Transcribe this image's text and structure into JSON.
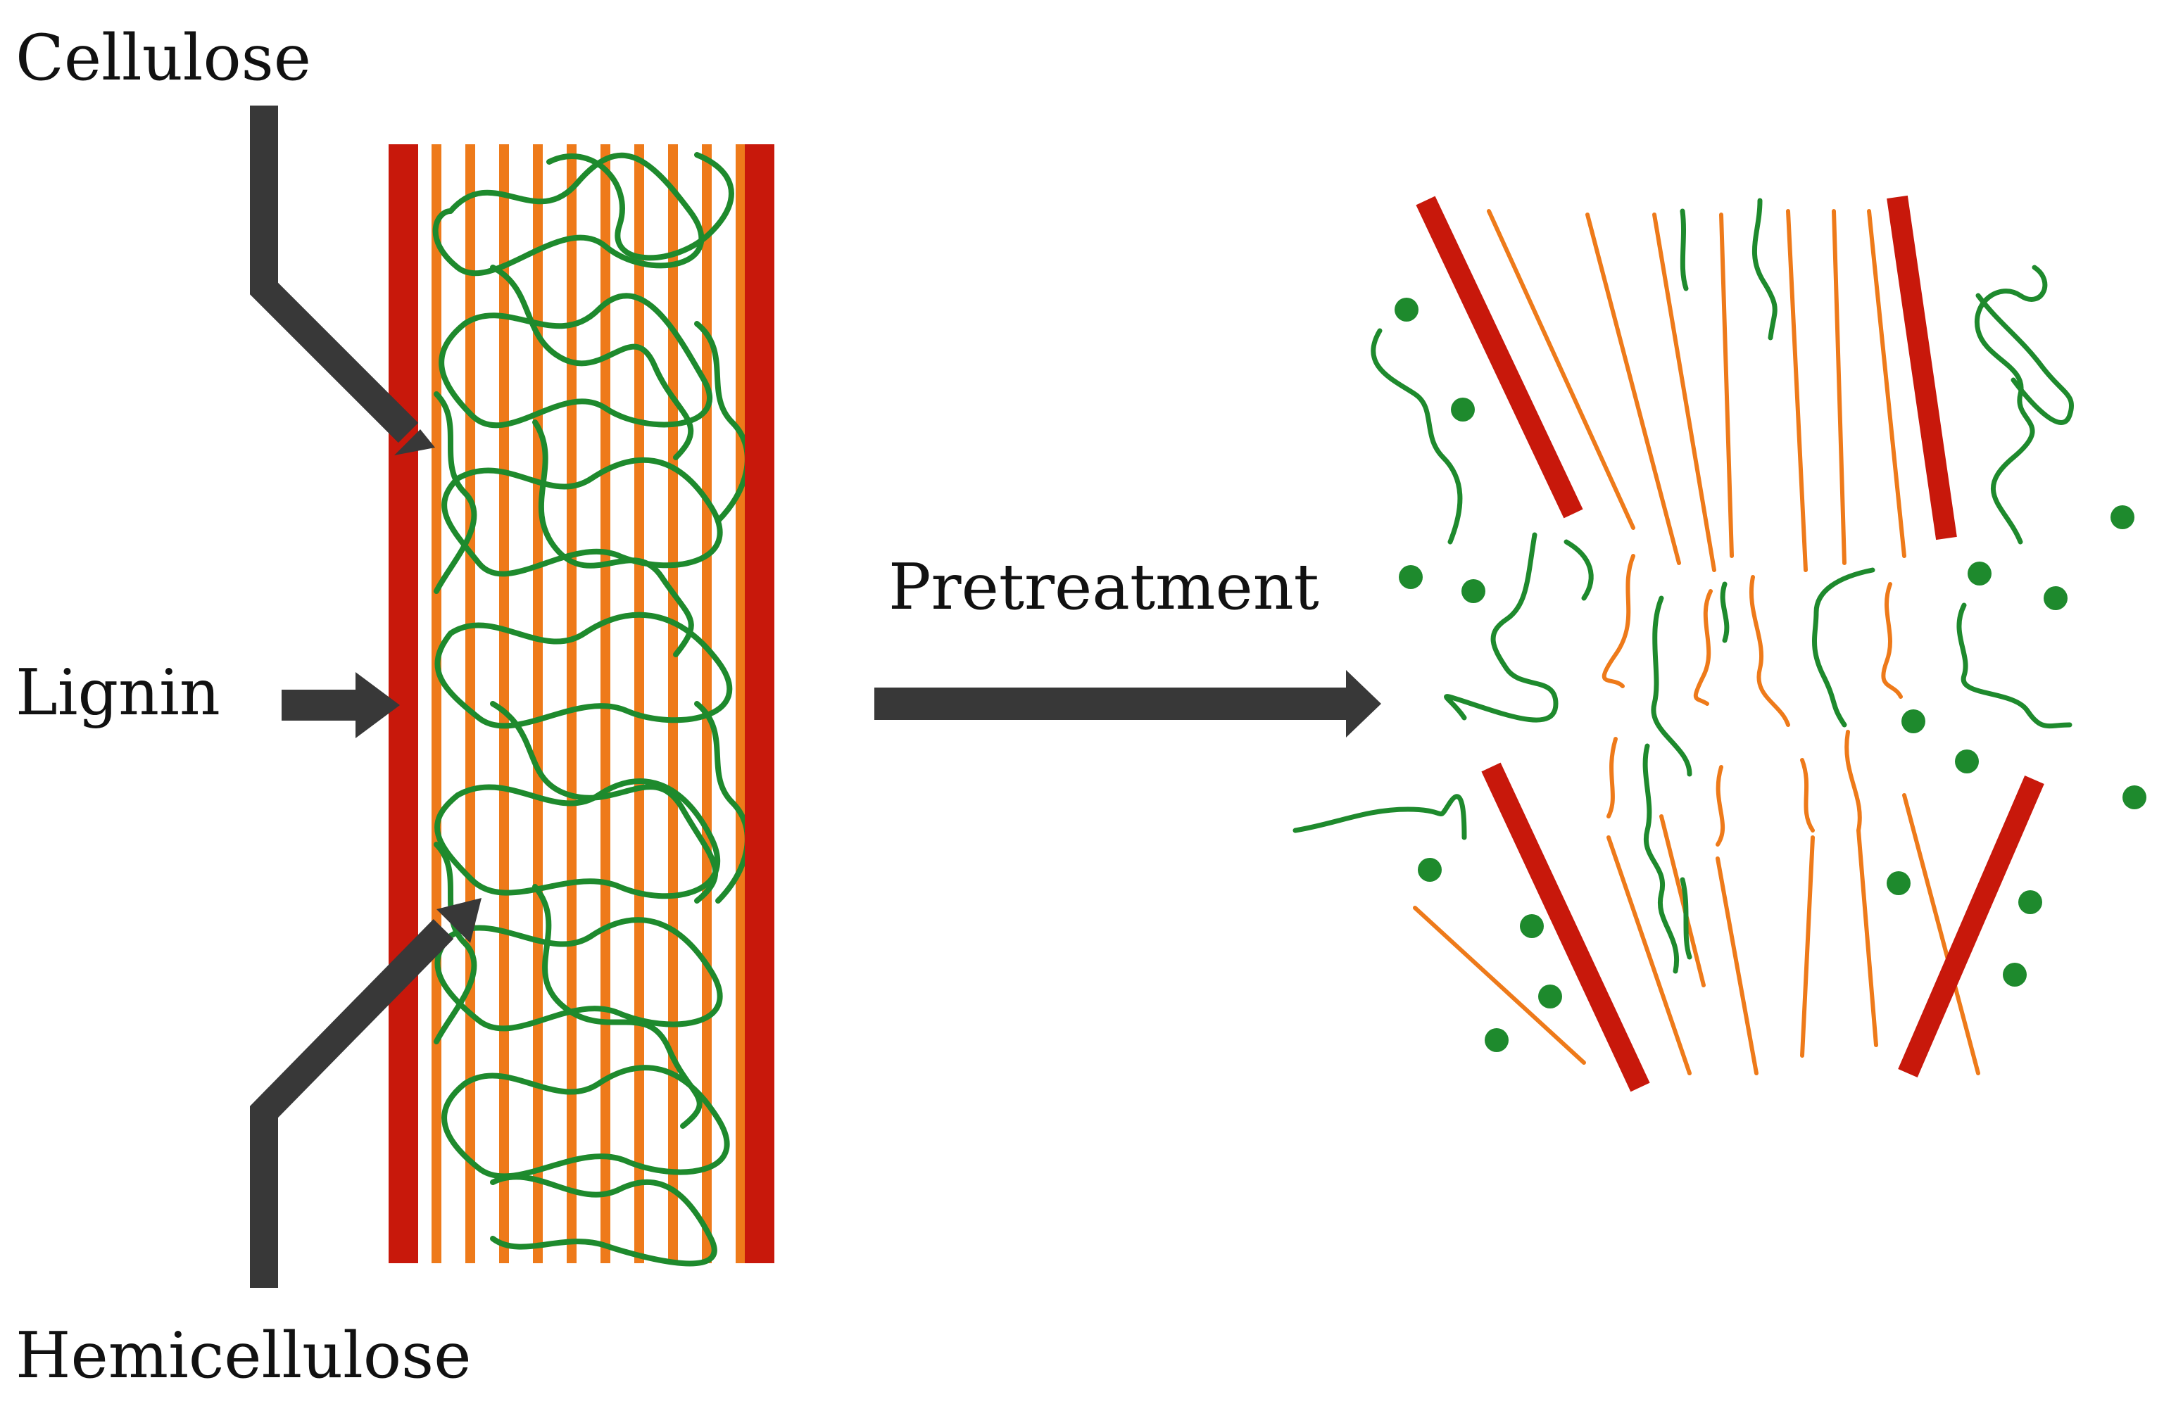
{
  "labels": {
    "cellulose": "Cellulose",
    "lignin": "Lignin",
    "hemicellulose": "Hemicellulose",
    "process": "Pretreatment"
  },
  "colors": {
    "lignin": "#c8180b",
    "cellulose": "#ee7a1a",
    "hemicellulose": "#1e8a2d",
    "arrow": "#383838",
    "background": "#ffffff"
  }
}
